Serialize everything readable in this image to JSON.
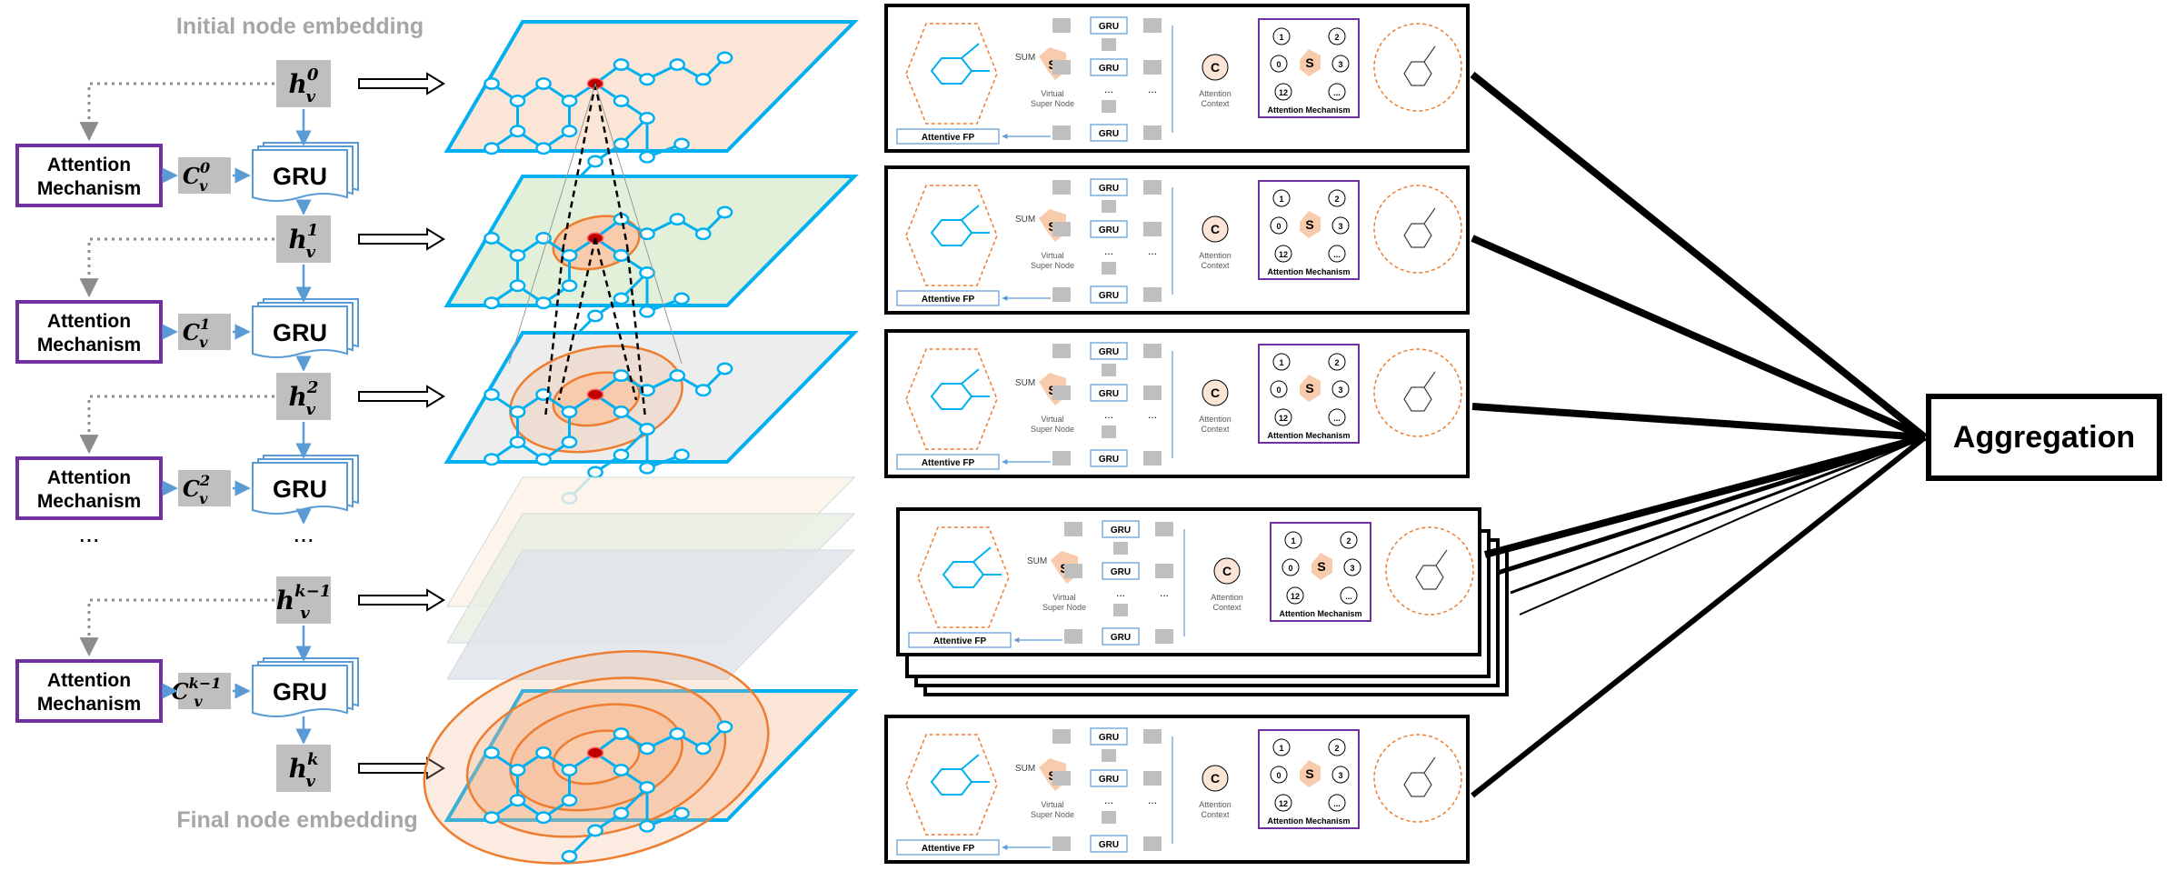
{
  "labels": {
    "initial_embedding": "Initial node embedding",
    "final_embedding": "Final node embedding",
    "aggregation": "Aggregation",
    "ellipsis": "...",
    "attention_mechanism_line1": "Attention",
    "attention_mechanism_line2": "Mechanism",
    "gru": "GRU"
  },
  "left_column": {
    "steps": [
      {
        "h_sup": "0",
        "c_sup": "0"
      },
      {
        "h_sup": "1",
        "c_sup": "1"
      },
      {
        "h_sup": "2",
        "c_sup": "2"
      },
      {
        "h_sup": "k−1",
        "c_sup": "k−1"
      },
      {
        "h_sup": "k"
      }
    ],
    "h_base": "h",
    "c_base": "C",
    "sub": "v"
  },
  "panel": {
    "sum": "SUM",
    "super_node": "S",
    "virtual": "Virtual",
    "super_node_label": "Super Node",
    "attention": "Attention",
    "context": "Context",
    "context_node": "C",
    "attention_mechanism": "Attention Mechanism",
    "attentive_fp": "Attentive FP",
    "gru": "GRU",
    "dots": "...",
    "ring_nodes": [
      "1",
      "2",
      "3",
      "0",
      "12",
      "..."
    ]
  },
  "colors": {
    "purple": "#7030a0",
    "cyan": "#00b0f0",
    "arrow_blue": "#5b9bd5",
    "gray_box": "#bfbfbf",
    "grid_text": "#a6a6a6",
    "orange": "#ed7d31",
    "red_node": "#c00000"
  }
}
